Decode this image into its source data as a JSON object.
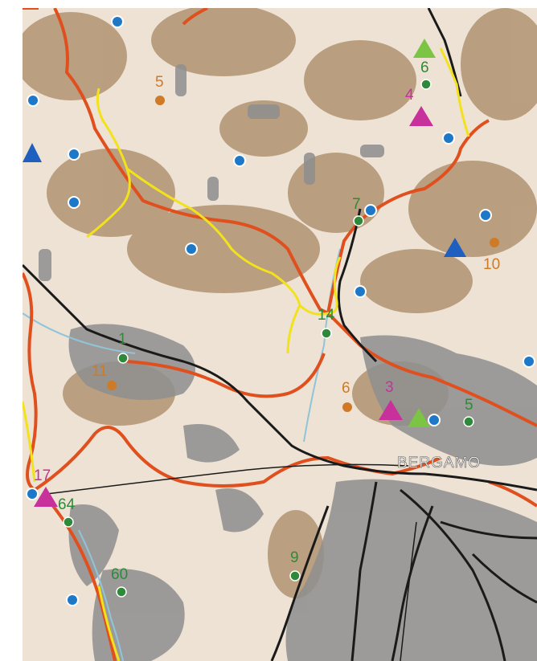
{
  "map": {
    "city_label": "BERGAMO",
    "colors": {
      "terrain_light": "#ede2d3",
      "terrain_dark": "#a88864",
      "urban": "#8e8e8e",
      "boundary": "#e0501f",
      "road": "#1a1a1a",
      "river": "#8fc4d9",
      "trail": "#f2e21b",
      "green_marker": "#2e8a3a",
      "orange_marker": "#cf7a26",
      "magenta_marker": "#c8309c",
      "blue_marker": "#1e78c8",
      "blue_triangle": "#1e5fbf",
      "green_triangle": "#7cc444",
      "city_text": "#ffffff"
    },
    "green_sites": [
      {
        "label": "6"
      },
      {
        "label": "7"
      },
      {
        "label": "14"
      },
      {
        "label": "1"
      },
      {
        "label": "5"
      },
      {
        "label": "64"
      },
      {
        "label": "60"
      },
      {
        "label": "9"
      }
    ],
    "orange_sites": [
      {
        "label": "5"
      },
      {
        "label": "10"
      },
      {
        "label": "11"
      },
      {
        "label": "6"
      }
    ],
    "magenta_sites": [
      {
        "label": "4"
      },
      {
        "label": "3"
      },
      {
        "label": "17"
      }
    ]
  }
}
